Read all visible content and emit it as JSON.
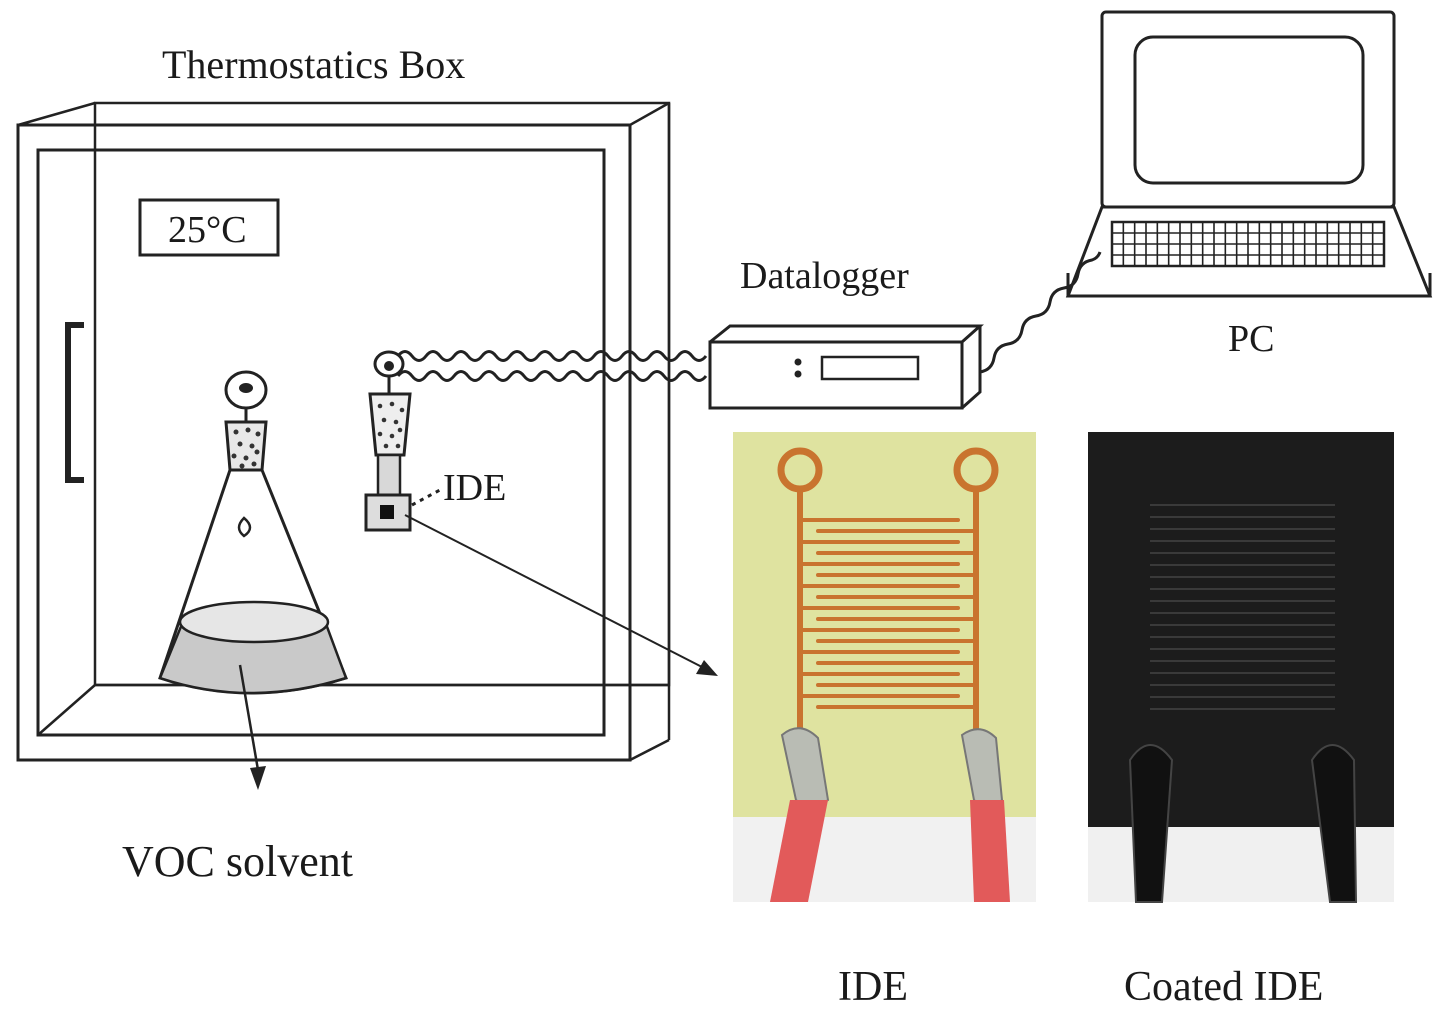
{
  "labels": {
    "box_title": "Thermostatics Box",
    "temperature": "25°C",
    "datalogger": "Datalogger",
    "pc": "PC",
    "ide_pointer": "IDE",
    "voc": "VOC solvent",
    "ide_photo_caption": "IDE",
    "coated_photo_caption": "Coated IDE"
  },
  "colors": {
    "line": "#222222",
    "pcb_substrate": "#dfe3a0",
    "copper_trace": "#c9742f",
    "coated_board": "#1c1c1c",
    "wire_red": "#e25a5a",
    "wire_black": "#111111",
    "solder": "#b9bcb4",
    "liquid": "#c9c9c9"
  }
}
